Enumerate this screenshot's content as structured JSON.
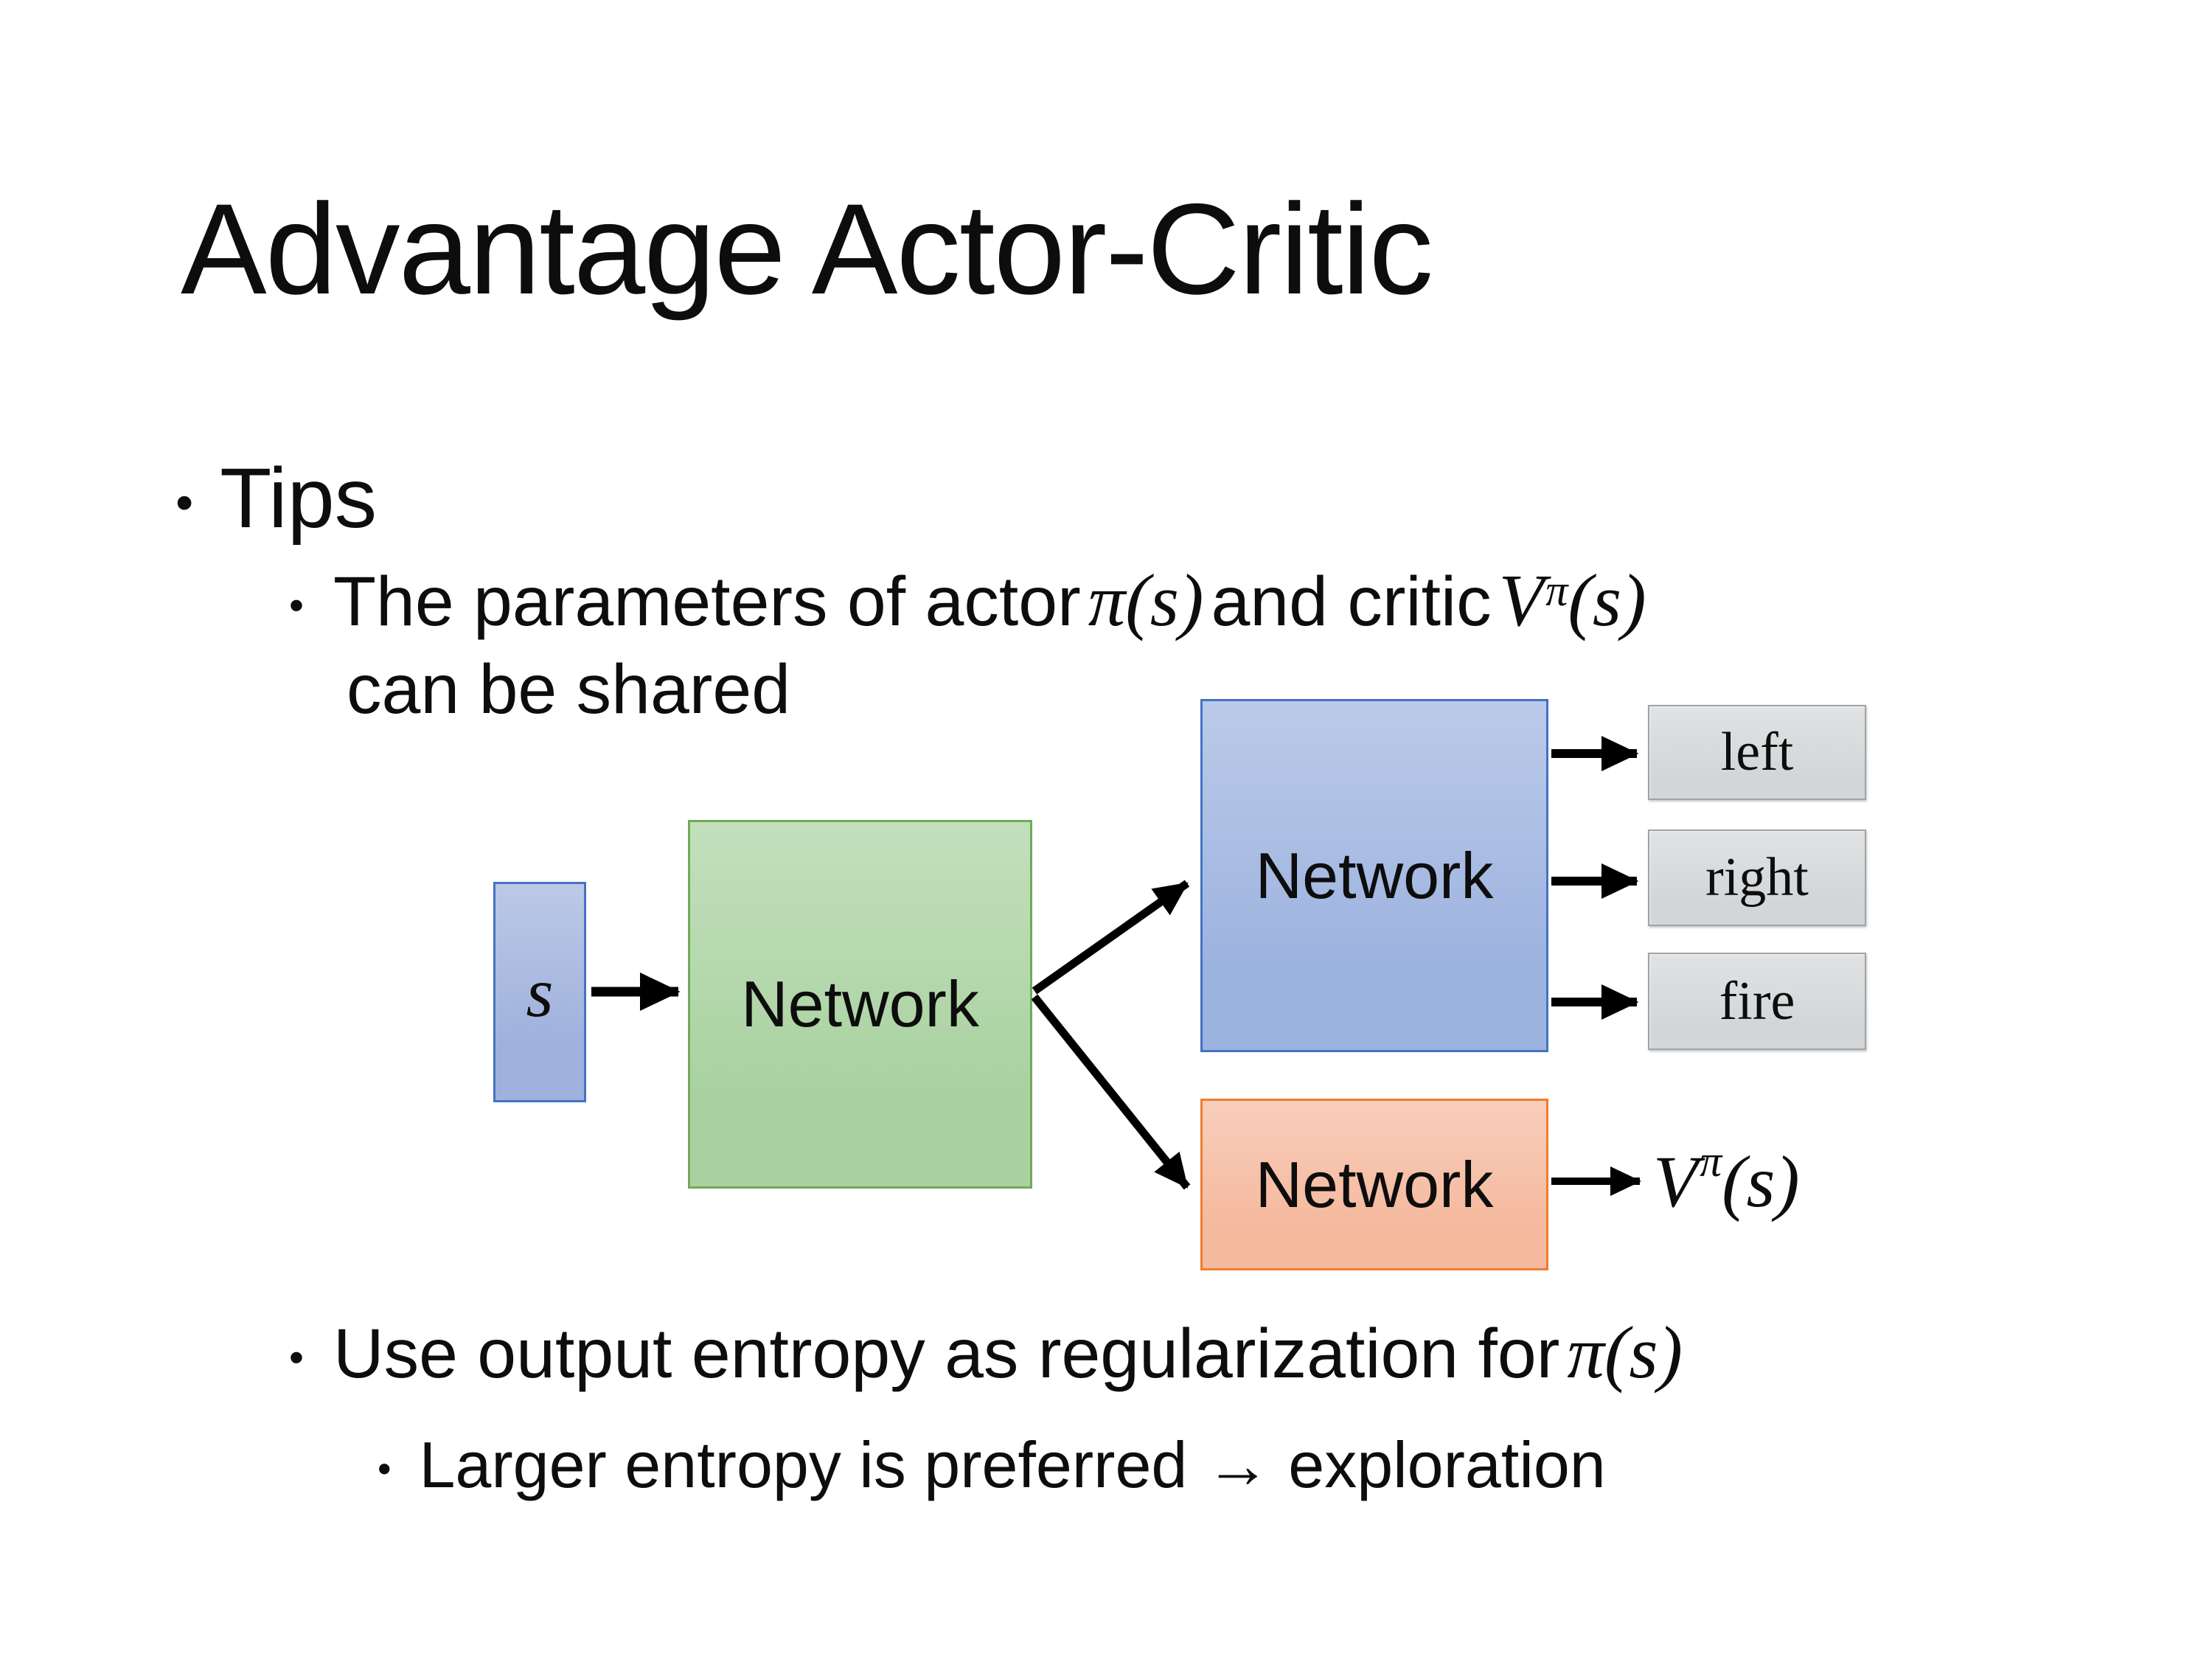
{
  "slide": {
    "title": "Advantage Actor-Critic",
    "bullet_char": "•",
    "bullets": {
      "tips": "Tips",
      "params_pre": "The parameters of actor",
      "params_math_pi": "π(s)",
      "params_mid": "and critic",
      "params_v_base": "V",
      "params_v_sup": "π",
      "params_v_args": "(s)",
      "params_cont": "can be shared",
      "entropy_pre": "Use output entropy as regularization for",
      "entropy_math_pi": "π(s)",
      "exploration": "Larger entropy is preferred → exploration"
    },
    "diagram": {
      "input_label": "s",
      "shared_network_label": "Network",
      "actor_network_label": "Network",
      "critic_network_label": "Network",
      "actions": [
        "left",
        "right",
        "fire"
      ],
      "critic_out_base": "V",
      "critic_out_sup": "π",
      "critic_out_args": "(s)"
    },
    "colors": {
      "input_fill": "#9fb1dc",
      "input_border": "#4472c4",
      "shared_fill": "#a9d2a0",
      "shared_border": "#73a959",
      "actor_fill": "#9db3df",
      "actor_border": "#4472c4",
      "critic_fill": "#f5b99e",
      "critic_border": "#ed7d31",
      "action_fill": "#d3d6d8",
      "action_border": "#a0a3a5",
      "arrow": "#000000"
    }
  }
}
